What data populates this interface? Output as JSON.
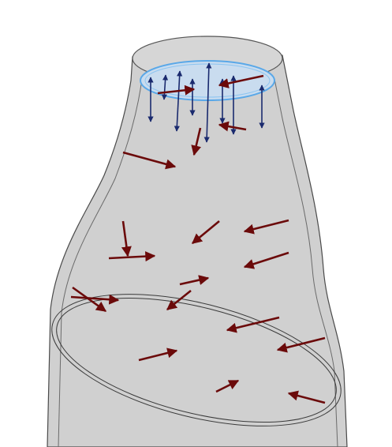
{
  "scene": {
    "colors": {
      "background": "#ffffff",
      "bottle_fill": "#d0d0d0",
      "bottle_stroke": "#4a4a4a",
      "opening_fill": "#c9dcef",
      "opening_stroke": "#5aa8e8",
      "force_arrow": "#6b0a0a",
      "normal_arrow": "#1a2a6e"
    },
    "icons": [
      "bottle-neck-shape",
      "force-arrow",
      "double-headed-arrow"
    ]
  }
}
